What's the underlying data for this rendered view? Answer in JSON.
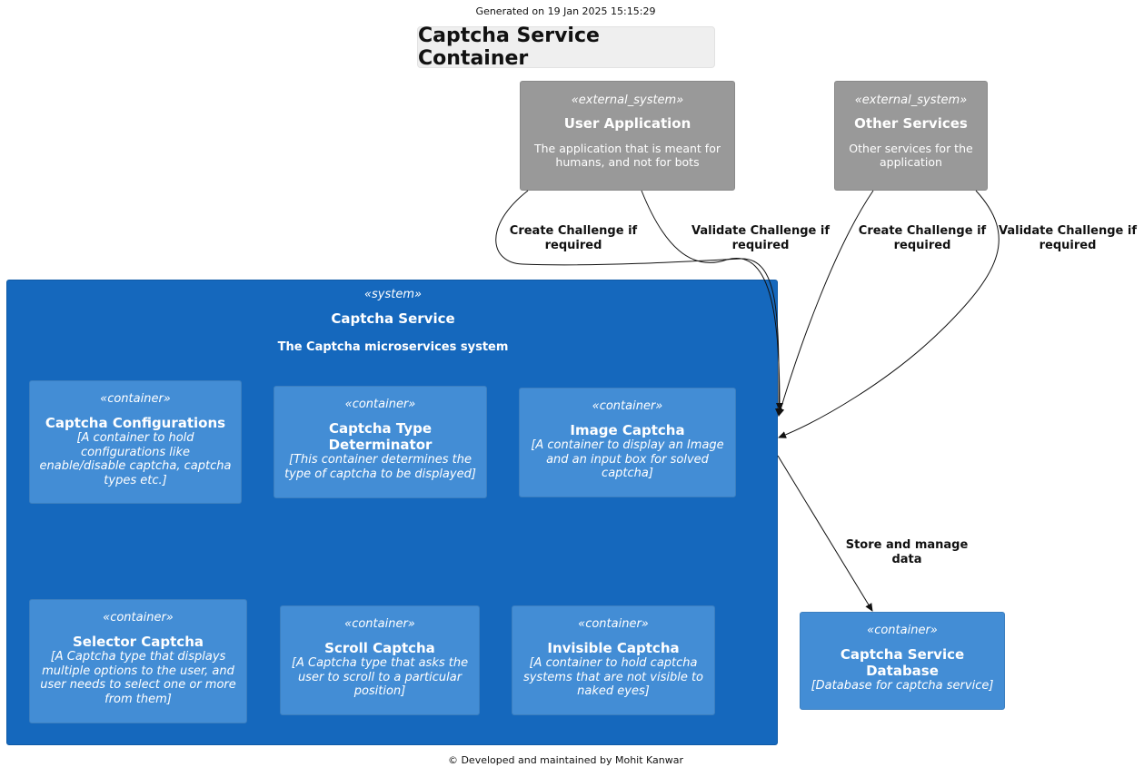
{
  "header": {
    "generated": "Generated on 19 Jan 2025  15:15:29"
  },
  "title": "Captcha Service Container",
  "external_systems": [
    {
      "stereotype": "«external_system»",
      "name": "User Application",
      "description": "The application that is meant for humans, and not for bots"
    },
    {
      "stereotype": "«external_system»",
      "name": "Other Services",
      "description": "Other services for the application"
    }
  ],
  "system": {
    "stereotype": "«system»",
    "name": "Captcha Service",
    "description": "The Captcha microservices system",
    "containers": [
      {
        "stereotype": "«container»",
        "name": "Captcha Configurations",
        "description": "[A container to hold configurations like enable/disable captcha, captcha types etc.]"
      },
      {
        "stereotype": "«container»",
        "name": "Captcha Type Determinator",
        "description": "[This container determines the type of captcha to be displayed]"
      },
      {
        "stereotype": "«container»",
        "name": "Image Captcha",
        "description": "[A container to display an Image and an input box for solved captcha]"
      },
      {
        "stereotype": "«container»",
        "name": "Selector Captcha",
        "description": "[A Captcha type that displays multiple options to the user, and user needs to select one or more from them]"
      },
      {
        "stereotype": "«container»",
        "name": "Scroll Captcha",
        "description": "[A Captcha type that asks the user to scroll to a particular position]"
      },
      {
        "stereotype": "«container»",
        "name": "Invisible Captcha",
        "description": "[A container to hold captcha systems that are not visible to naked eyes]"
      }
    ]
  },
  "database": {
    "stereotype": "«container»",
    "name": "Captcha Service Database",
    "description": "[Database for captcha service]"
  },
  "relations": [
    {
      "label": "Create Challenge if required"
    },
    {
      "label": "Validate Challenge if required"
    },
    {
      "label": "Create Challenge if required"
    },
    {
      "label": "Validate Challenge if required"
    },
    {
      "label": "Store and manage data"
    }
  ],
  "footer": "© Developed and maintained by Mohit Kanwar",
  "colors": {
    "external_system": "#999999",
    "system": "#1568bd",
    "container": "#438dd5",
    "title_background": "#efefef"
  }
}
